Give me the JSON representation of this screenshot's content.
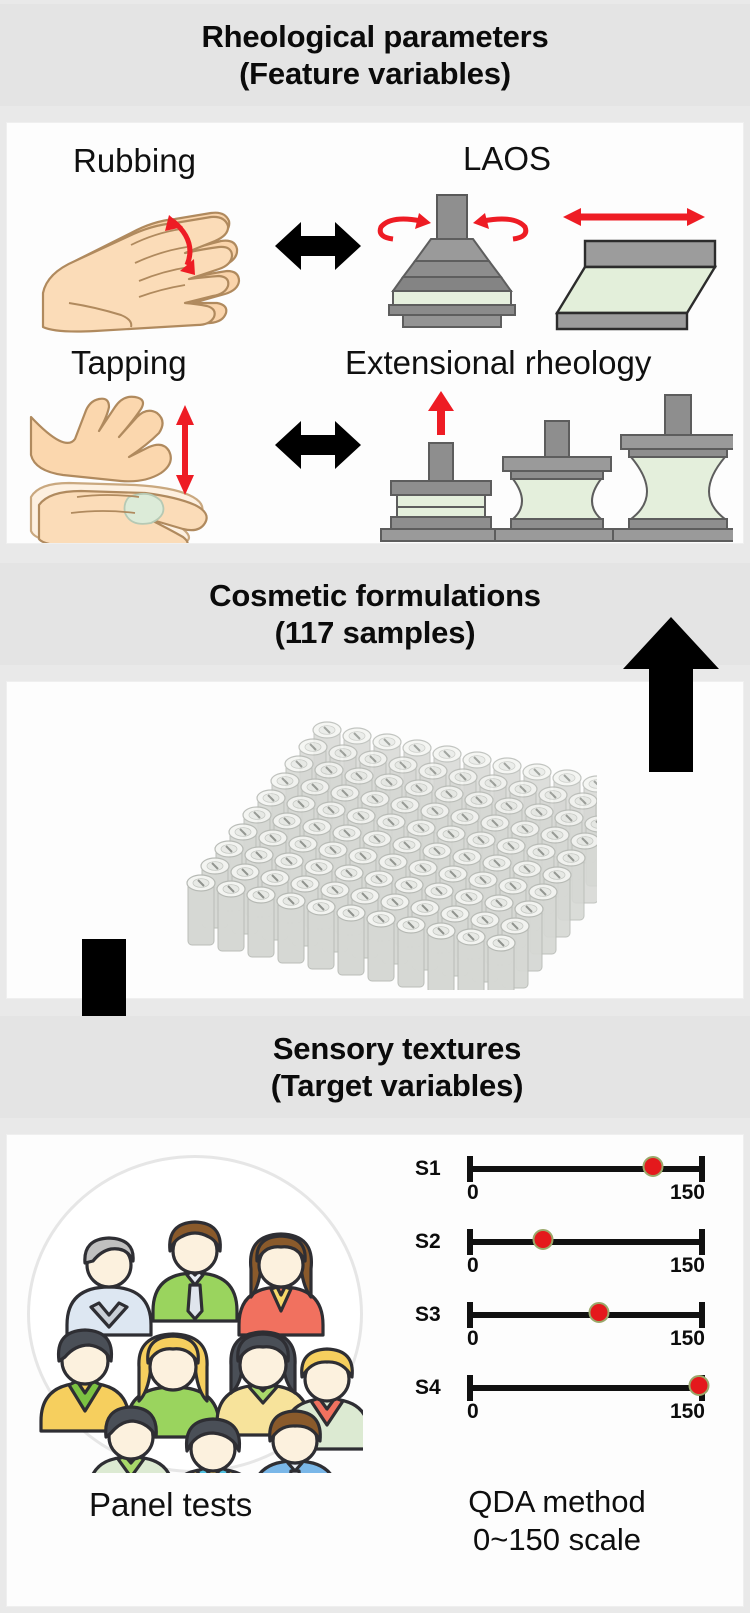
{
  "figure": {
    "type": "graphical-abstract",
    "sections": [
      {
        "id": "rheological-parameters",
        "header_line1": "Rheological parameters",
        "header_line2": "(Feature variables)",
        "labels": [
          "Rubbing",
          "LAOS",
          "Tapping",
          "Extensional rheology"
        ]
      },
      {
        "id": "cosmetic-formulations",
        "header_line1": "Cosmetic formulations",
        "header_line2": "(117 samples)",
        "sample_count": 117
      },
      {
        "id": "sensory-textures",
        "header_line1": "Sensory textures",
        "header_line2": "(Target variables)",
        "panel_label": "Panel tests",
        "caption_line1": "QDA method",
        "caption_line2": "0~150 scale"
      }
    ]
  },
  "rheology": {
    "rubbing_label": "Rubbing",
    "laos_label": "LAOS",
    "tapping_label": "Tapping",
    "extensional_label": "Extensional rheology"
  },
  "chart_data": {
    "type": "scatter",
    "title": "QDA method",
    "subtitle": "0~150 scale",
    "xlabel": "",
    "ylabel": "",
    "xlim": [
      0,
      150
    ],
    "grid": false,
    "legend": "none",
    "tick_low": "0",
    "tick_high": "150",
    "categories": [
      "S1",
      "S2",
      "S3",
      "S4"
    ],
    "values": [
      117,
      48,
      83,
      146
    ],
    "marker_color": "#e4191c",
    "marker_edge_color": "#9aa86a",
    "axis_color": "#111111",
    "scales": [
      {
        "name": "S1",
        "value": 117,
        "min": 0,
        "max": 150
      },
      {
        "name": "S2",
        "value": 48,
        "min": 0,
        "max": 150
      },
      {
        "name": "S3",
        "value": 83,
        "min": 0,
        "max": 150
      },
      {
        "name": "S4",
        "value": 146,
        "min": 0,
        "max": 150
      }
    ]
  },
  "colors": {
    "band_background": "#e4e4e4",
    "panel_background": "#fdfdfd",
    "page_background": "#e9e9e9",
    "arrow": "#000000",
    "accent_red": "#ee1c24",
    "sample_green": "#e4efdc",
    "instrument_gray": "#8c8c8c"
  },
  "icons": {
    "rubbing": "two-hands-rubbing-icon",
    "laos_geometry": "rheometer-cone-plate-icon",
    "laos_shear": "parallel-plate-shear-icon",
    "tapping": "two-hands-tapping-icon",
    "extensional": "filament-stretching-icon",
    "exchange": "double-headed-arrow-icon",
    "up_flow": "up-arrow-icon",
    "down_flow": "down-arrow-icon",
    "samples": "vial-array-icon",
    "panel": "people-group-icon"
  }
}
